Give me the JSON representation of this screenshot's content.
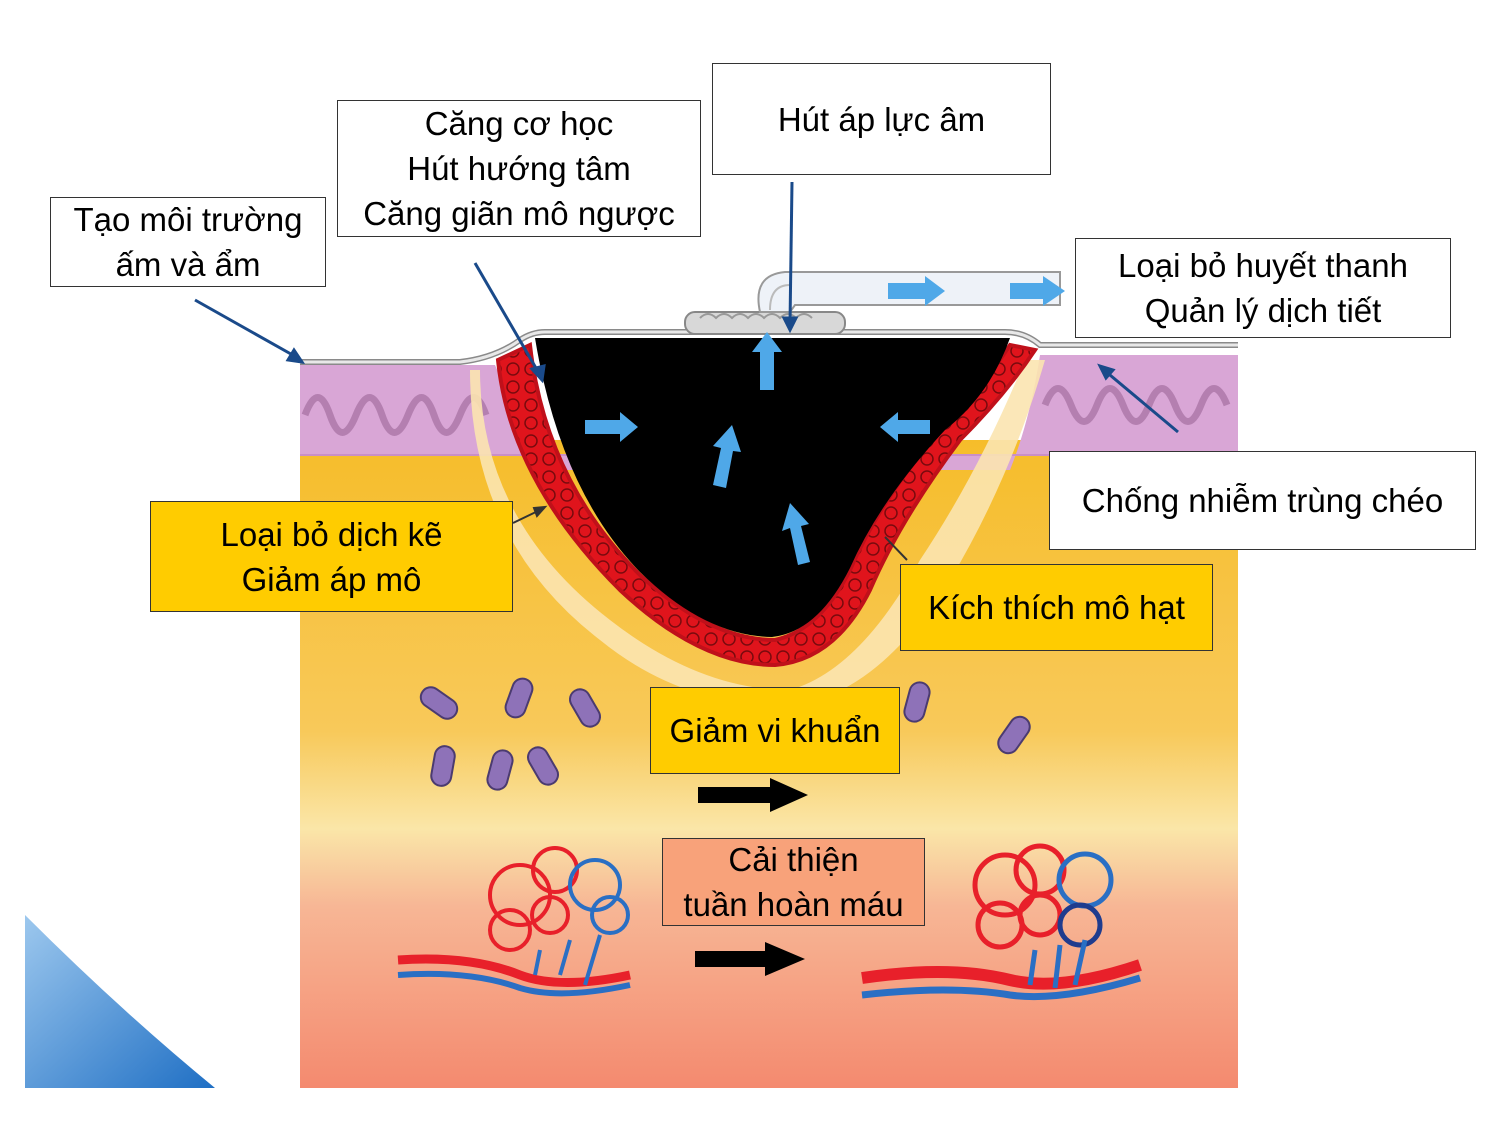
{
  "labels": {
    "moist": [
      "Tạo môi trường",
      "ấm và ẩm"
    ],
    "mechanical": [
      "Căng cơ học",
      "Hút hướng tâm",
      "Căng giãn mô ngược"
    ],
    "negative": [
      "Hút áp lực âm"
    ],
    "serum": [
      "Loại bỏ huyết thanh",
      "Quản lý dịch tiết"
    ],
    "infection": [
      "Chống nhiễm trùng chéo"
    ],
    "edema": [
      "Loại bỏ dịch kẽ",
      "Giảm áp mô"
    ],
    "granulation": [
      "Kích thích mô hạt"
    ],
    "bacteria": [
      "Giảm vi khuẩn"
    ],
    "circulation": [
      "Cải thiện",
      "tuần hoàn máu"
    ]
  },
  "colors": {
    "epidermis": "#d9a6d6",
    "fat": "#f6bd2a",
    "muscle": "#f59a7e",
    "foam": "#000000",
    "granulation": "#e0141c",
    "arrow": "#4fa8e8",
    "bacteria": "#8e72b8",
    "vessel_red": "#e8202a",
    "vessel_blue": "#2a6fc4",
    "label_yellow": "#ffcc00",
    "label_salmon": "#f8a27a"
  },
  "icons": [
    "suction-tube-icon",
    "bacteria-icon",
    "capillary-icon",
    "arrow-right-icon"
  ]
}
